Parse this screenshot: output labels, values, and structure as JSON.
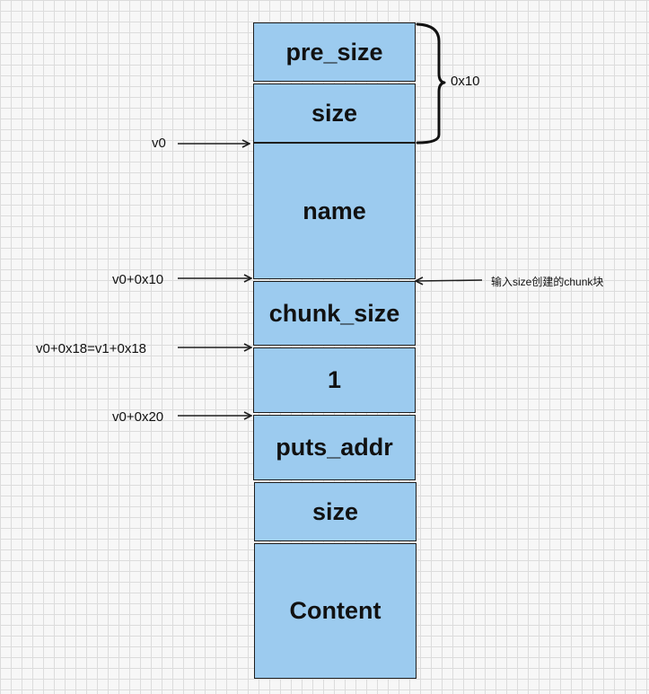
{
  "blocks": [
    {
      "id": "pre-size",
      "label": "pre_size"
    },
    {
      "id": "size-header",
      "label": "size"
    },
    {
      "id": "name",
      "label": "name"
    },
    {
      "id": "chunk-size",
      "label": "chunk_size"
    },
    {
      "id": "one",
      "label": "1"
    },
    {
      "id": "puts-addr",
      "label": "puts_addr"
    },
    {
      "id": "size-field",
      "label": "size"
    },
    {
      "id": "content",
      "label": "Content"
    }
  ],
  "pointers": {
    "v0": "v0",
    "v0_plus_0x10": "v0+0x10",
    "v0_plus_0x18": "v0+0x18=v1+0x18",
    "v0_plus_0x20": "v0+0x20"
  },
  "brace_label": "0x10",
  "chunk_note": "输入size创建的chunk块",
  "colors": {
    "block_fill": "#9ccbef",
    "stroke": "#1e1e1e"
  }
}
